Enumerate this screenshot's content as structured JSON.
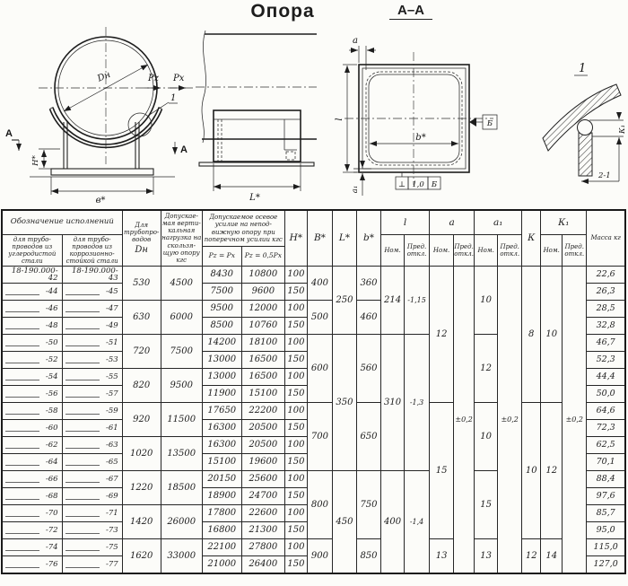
{
  "title": "Опора",
  "section_title": "А–А",
  "colors": {
    "ink": "#1d1d1d",
    "paper": "#fcfcf9"
  },
  "drawings": {
    "front": {
      "dn": "Dн",
      "pz": "Pz",
      "px": "Px",
      "h": "H*",
      "width": "в*",
      "section_mark": "А",
      "detail_ref": "1"
    },
    "side": {
      "length": "L*"
    },
    "section": {
      "a": "a",
      "l": "l",
      "b": "b*",
      "a1": "a₁",
      "datum": "Б",
      "tol_sym": "⊥",
      "tol_val": "1,0",
      "tol_datum": "Б"
    },
    "detail": {
      "title": "1",
      "k1": "К₁",
      "weld_ref": "2-1"
    }
  },
  "table": {
    "header": {
      "designation_group": "Обозначение исполнений",
      "carbon": "для трубо­проводов из углеродистой стали",
      "corrosion": "для трубо­проводов из коррозионно-стойкой стали",
      "dn_label": "Для трубопро­водов",
      "dn_sym": "Dн",
      "vload": "Допускае­мая верти­кальная нагрузка на скользя­щую опору кгс",
      "axial": "Допускаемое осе­вое усилие на непод­вижную опору при поперечном усилии кгс",
      "pz_px": "Pz = Px",
      "pz_05px": "Pz = 0,5Px",
      "h": "H*",
      "b_cap": "B*",
      "l_cap": "L*",
      "b_small": "b*",
      "l": "l",
      "a": "a",
      "a1": "a₁",
      "k": "К",
      "k1": "К₁",
      "nom": "Ном.",
      "dev": "Пред. откл.",
      "mass": "Масса кг"
    },
    "rows": [
      [
        "18-190.000-42",
        "18-190.000-43",
        {
          "t": "530",
          "rs": 2
        },
        {
          "t": "4500",
          "rs": 2
        },
        "8430",
        "10800",
        "100",
        {
          "t": "400",
          "rs": 2
        },
        {
          "t": "250",
          "rs": 4
        },
        {
          "t": "360",
          "rs": 2
        },
        {
          "t": "214",
          "rs": 4
        },
        {
          "t": "-1,15",
          "rs": 4
        },
        {
          "t": "12",
          "rs": 8
        },
        {
          "t": "±0,2",
          "rs": 18
        },
        {
          "t": "10",
          "rs": 4
        },
        {
          "t": "±0,2",
          "rs": 18
        },
        {
          "t": "8",
          "rs": 8
        },
        {
          "t": "10",
          "rs": 8
        },
        {
          "t": "±0,2",
          "rs": 18
        },
        "22,6"
      ],
      [
        "-44",
        "-45",
        "7500",
        "9600",
        "150",
        "26,3"
      ],
      [
        "-46",
        "-47",
        {
          "t": "630",
          "rs": 2
        },
        {
          "t": "6000",
          "rs": 2
        },
        "9500",
        "12000",
        "100",
        {
          "t": "500",
          "rs": 2
        },
        {
          "t": "460",
          "rs": 2
        },
        "28,5"
      ],
      [
        "-48",
        "-49",
        "8500",
        "10760",
        "150",
        "32,8"
      ],
      [
        "-50",
        "-51",
        {
          "t": "720",
          "rs": 2
        },
        {
          "t": "7500",
          "rs": 2
        },
        "14200",
        "18100",
        "100",
        {
          "t": "600",
          "rs": 4
        },
        {
          "t": "350",
          "rs": 8
        },
        {
          "t": "560",
          "rs": 4
        },
        {
          "t": "310",
          "rs": 8
        },
        {
          "t": "-1,3",
          "rs": 8
        },
        {
          "t": "12",
          "rs": 4
        },
        "46,7"
      ],
      [
        "-52",
        "-53",
        "13000",
        "16500",
        "150",
        "52,3"
      ],
      [
        "-54",
        "-55",
        {
          "t": "820",
          "rs": 2
        },
        {
          "t": "9500",
          "rs": 2
        },
        "13000",
        "16500",
        "100",
        "44,4"
      ],
      [
        "-56",
        "-57",
        "11900",
        "15100",
        "150",
        "50,0"
      ],
      [
        "-58",
        "-59",
        {
          "t": "920",
          "rs": 2
        },
        {
          "t": "11500",
          "rs": 2
        },
        "17650",
        "22200",
        "100",
        {
          "t": "700",
          "rs": 4
        },
        {
          "t": "650",
          "rs": 4
        },
        {
          "t": "15",
          "rs": 8
        },
        {
          "t": "10",
          "rs": 4
        },
        {
          "t": "10",
          "rs": 8
        },
        {
          "t": "12",
          "rs": 8
        },
        "64,6"
      ],
      [
        "-60",
        "-61",
        "16300",
        "20500",
        "150",
        "72,3"
      ],
      [
        "-62",
        "-63",
        {
          "t": "1020",
          "rs": 2
        },
        {
          "t": "13500",
          "rs": 2
        },
        "16300",
        "20500",
        "100",
        "62,5"
      ],
      [
        "-64",
        "-65",
        "15100",
        "19600",
        "150",
        "70,1"
      ],
      [
        "-66",
        "-67",
        {
          "t": "1220",
          "rs": 2
        },
        {
          "t": "18500",
          "rs": 2
        },
        "20150",
        "25600",
        "100",
        {
          "t": "800",
          "rs": 4
        },
        {
          "t": "450",
          "rs": 6
        },
        {
          "t": "750",
          "rs": 4
        },
        {
          "t": "400",
          "rs": 6
        },
        {
          "t": "-1,4",
          "rs": 6
        },
        {
          "t": "15",
          "rs": 4
        },
        "88,4"
      ],
      [
        "-68",
        "-69",
        "18900",
        "24700",
        "150",
        "97,6"
      ],
      [
        "-70",
        "-71",
        {
          "t": "1420",
          "rs": 2
        },
        {
          "t": "26000",
          "rs": 2
        },
        "17800",
        "22600",
        "100",
        "85,7"
      ],
      [
        "-72",
        "-73",
        "16800",
        "21300",
        "150",
        "95,0"
      ],
      [
        "-74",
        "-75",
        {
          "t": "1620",
          "rs": 2
        },
        {
          "t": "33000",
          "rs": 2
        },
        "22100",
        "27800",
        "100",
        {
          "t": "900",
          "rs": 2
        },
        {
          "t": "850",
          "rs": 2
        },
        {
          "t": "13",
          "rs": 2
        },
        {
          "t": "13",
          "rs": 2
        },
        {
          "t": "12",
          "rs": 2
        },
        {
          "t": "14",
          "rs": 2
        },
        "115,0"
      ],
      [
        "-76",
        "-77",
        "21000",
        "26400",
        "150",
        "127,0"
      ]
    ]
  }
}
